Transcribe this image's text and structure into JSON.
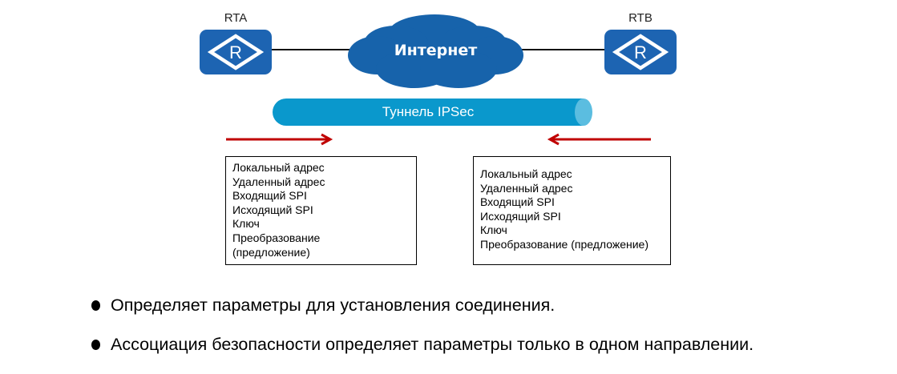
{
  "diagram": {
    "routers": [
      {
        "id": "rta",
        "label": "RTA",
        "icon": "router-icon"
      },
      {
        "id": "rtb",
        "label": "RTB",
        "icon": "router-icon"
      }
    ],
    "cloud": {
      "label": "Интернет",
      "icon": "cloud-icon"
    },
    "tunnel": {
      "label": "Туннель IPSec"
    },
    "arrows": [
      {
        "direction": "right",
        "color": "#c00000"
      },
      {
        "direction": "left",
        "color": "#c00000"
      }
    ],
    "sa_boxes": [
      {
        "lines": [
          "Локальный адрес",
          "Удаленный адрес",
          "Входящий SPI",
          "Исходящий SPI",
          "Ключ",
          "Преобразование",
          "(предложение)"
        ]
      },
      {
        "lines": [
          "Локальный адрес",
          "Удаленный адрес",
          "Входящий SPI",
          "Исходящий SPI",
          "Ключ",
          "Преобразование (предложение)"
        ]
      }
    ],
    "colors": {
      "router_fill": "#1d64b2",
      "cloud_fill": "#1763ab",
      "tunnel_fill": "#0a98cc",
      "tunnel_cap": "#5bbde0",
      "arrow": "#c00000"
    }
  },
  "bullets": [
    "Определяет параметры для установления соединения.",
    "Ассоциация безопасности определяет параметры только в одном направлении."
  ]
}
